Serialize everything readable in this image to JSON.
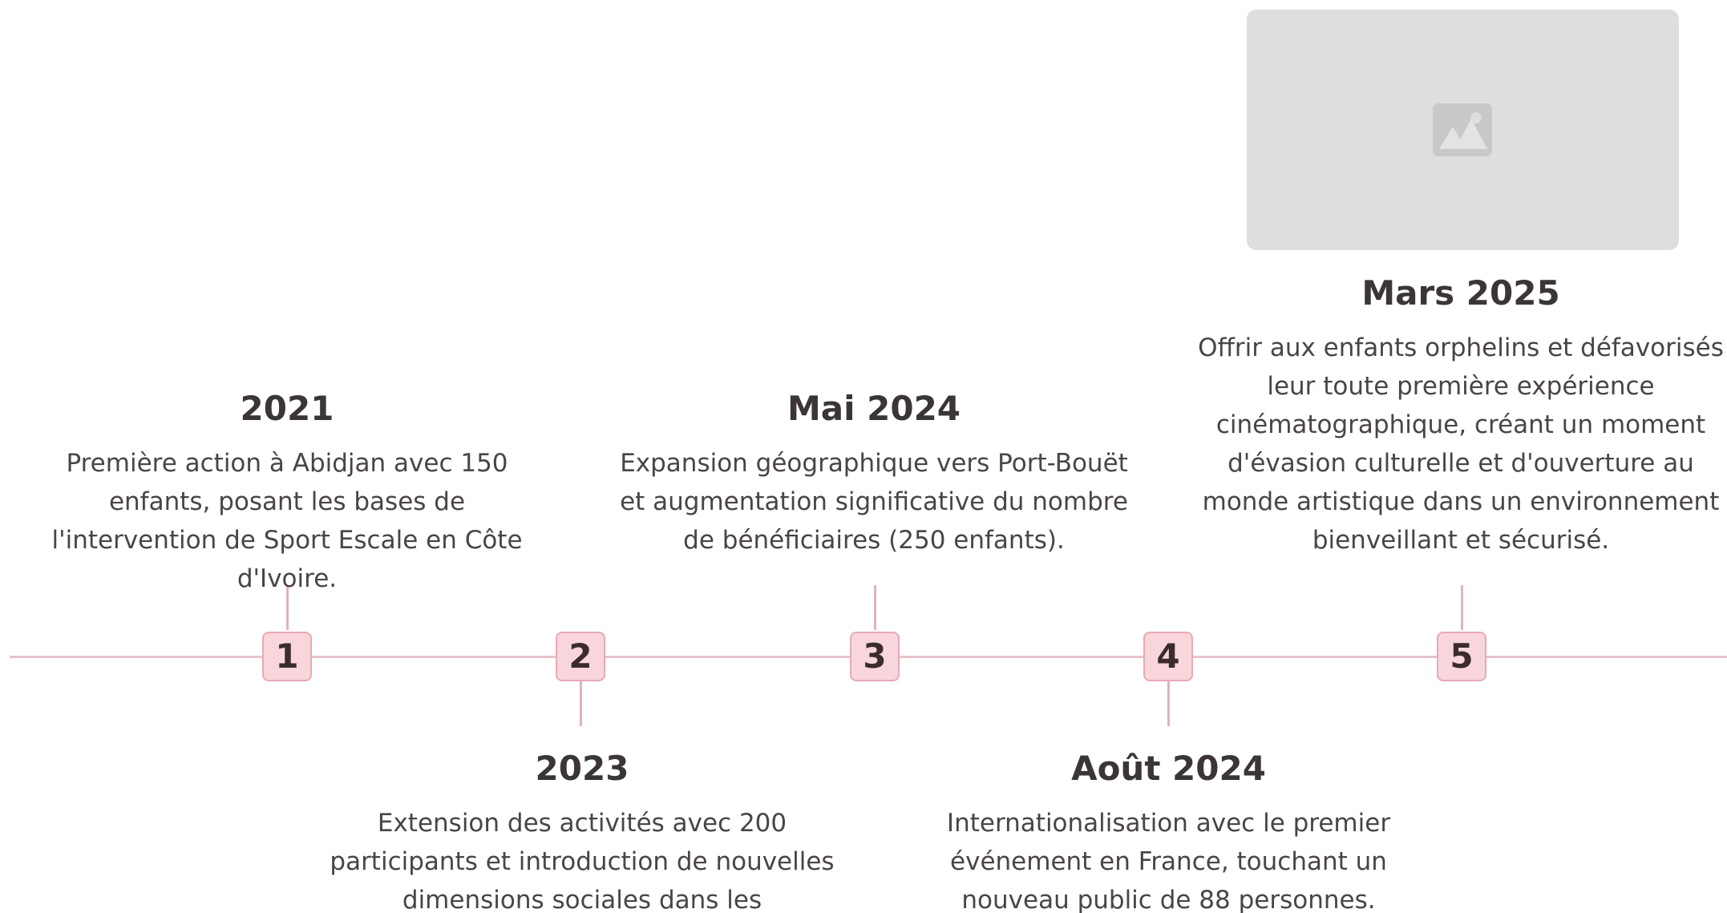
{
  "timeline": {
    "events": [
      {
        "number": "1",
        "date": "2021",
        "description": "Première action à Abidjan avec 150 enfants, posant les bases de l'intervention de Sport Escale en Côte d'Ivoire."
      },
      {
        "number": "2",
        "date": "2023",
        "description": "Extension des activités avec 200 participants et introduction de nouvelles dimensions sociales dans les événements."
      },
      {
        "number": "3",
        "date": "Mai 2024",
        "description": "Expansion géographique vers Port-Bouët et augmentation significative du nombre de bénéficiaires (250 enfants)."
      },
      {
        "number": "4",
        "date": "Août 2024",
        "description": "Internationalisation avec le premier événement en France, touchant un nouveau public de 88 personnes."
      },
      {
        "number": "5",
        "date": "Mars 2025",
        "description": "Offrir aux enfants orphelins et défavorisés leur toute première expérience cinématographique, créant un moment d'évasion culturelle et d'ouverture au monde artistique dans un environnement bienveillant et sécurisé."
      }
    ]
  },
  "icons": {
    "image_placeholder": "image-placeholder-icon"
  },
  "colors": {
    "timeline_line": "#e7c4ca",
    "marker_background": "#f8d6dc",
    "marker_border": "#e7aab5",
    "text": "#3b3536",
    "image_placeholder": "#dedede"
  }
}
